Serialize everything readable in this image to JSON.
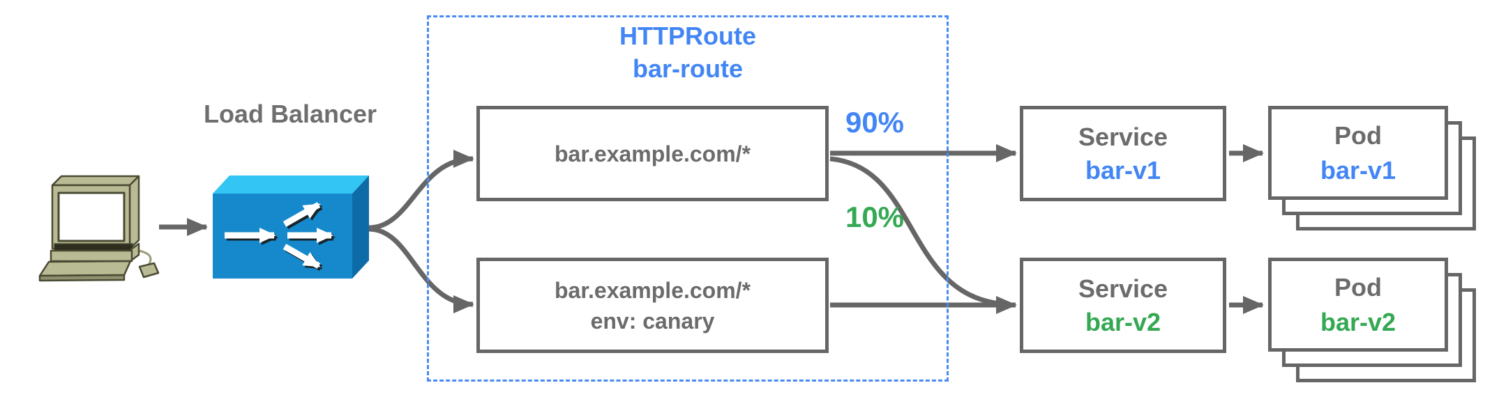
{
  "nodes": {
    "load_balancer_label": "Load Balancer",
    "httproute_title": "HTTPRoute",
    "httproute_name": "bar-route",
    "rule_primary_match": "bar.example.com/*",
    "rule_canary_match": "bar.example.com/*",
    "rule_canary_header": "env: canary",
    "weight_primary": "90%",
    "weight_canary": "10%",
    "service_v1": {
      "kind": "Service",
      "name": "bar-v1"
    },
    "service_v2": {
      "kind": "Service",
      "name": "bar-v2"
    },
    "pod_v1": {
      "kind": "Pod",
      "name": "bar-v1"
    },
    "pod_v2": {
      "kind": "Pod",
      "name": "bar-v2"
    }
  },
  "icons": {
    "client": "desktop-computer-icon",
    "load_balancer": "load-balancer-3d-box-icon"
  },
  "colors": {
    "accent_blue": "#4285f4",
    "accent_green": "#34a853",
    "text_gray": "#6b6b6b",
    "box_border_gray": "#666666",
    "dashed_border_blue": "#4a8af4",
    "arrow_gray": "#666666",
    "lb_front": "#1589cc",
    "lb_top": "#33c5f3",
    "lb_side": "#0d6ca8",
    "computer_beige": "#b9bb94"
  }
}
